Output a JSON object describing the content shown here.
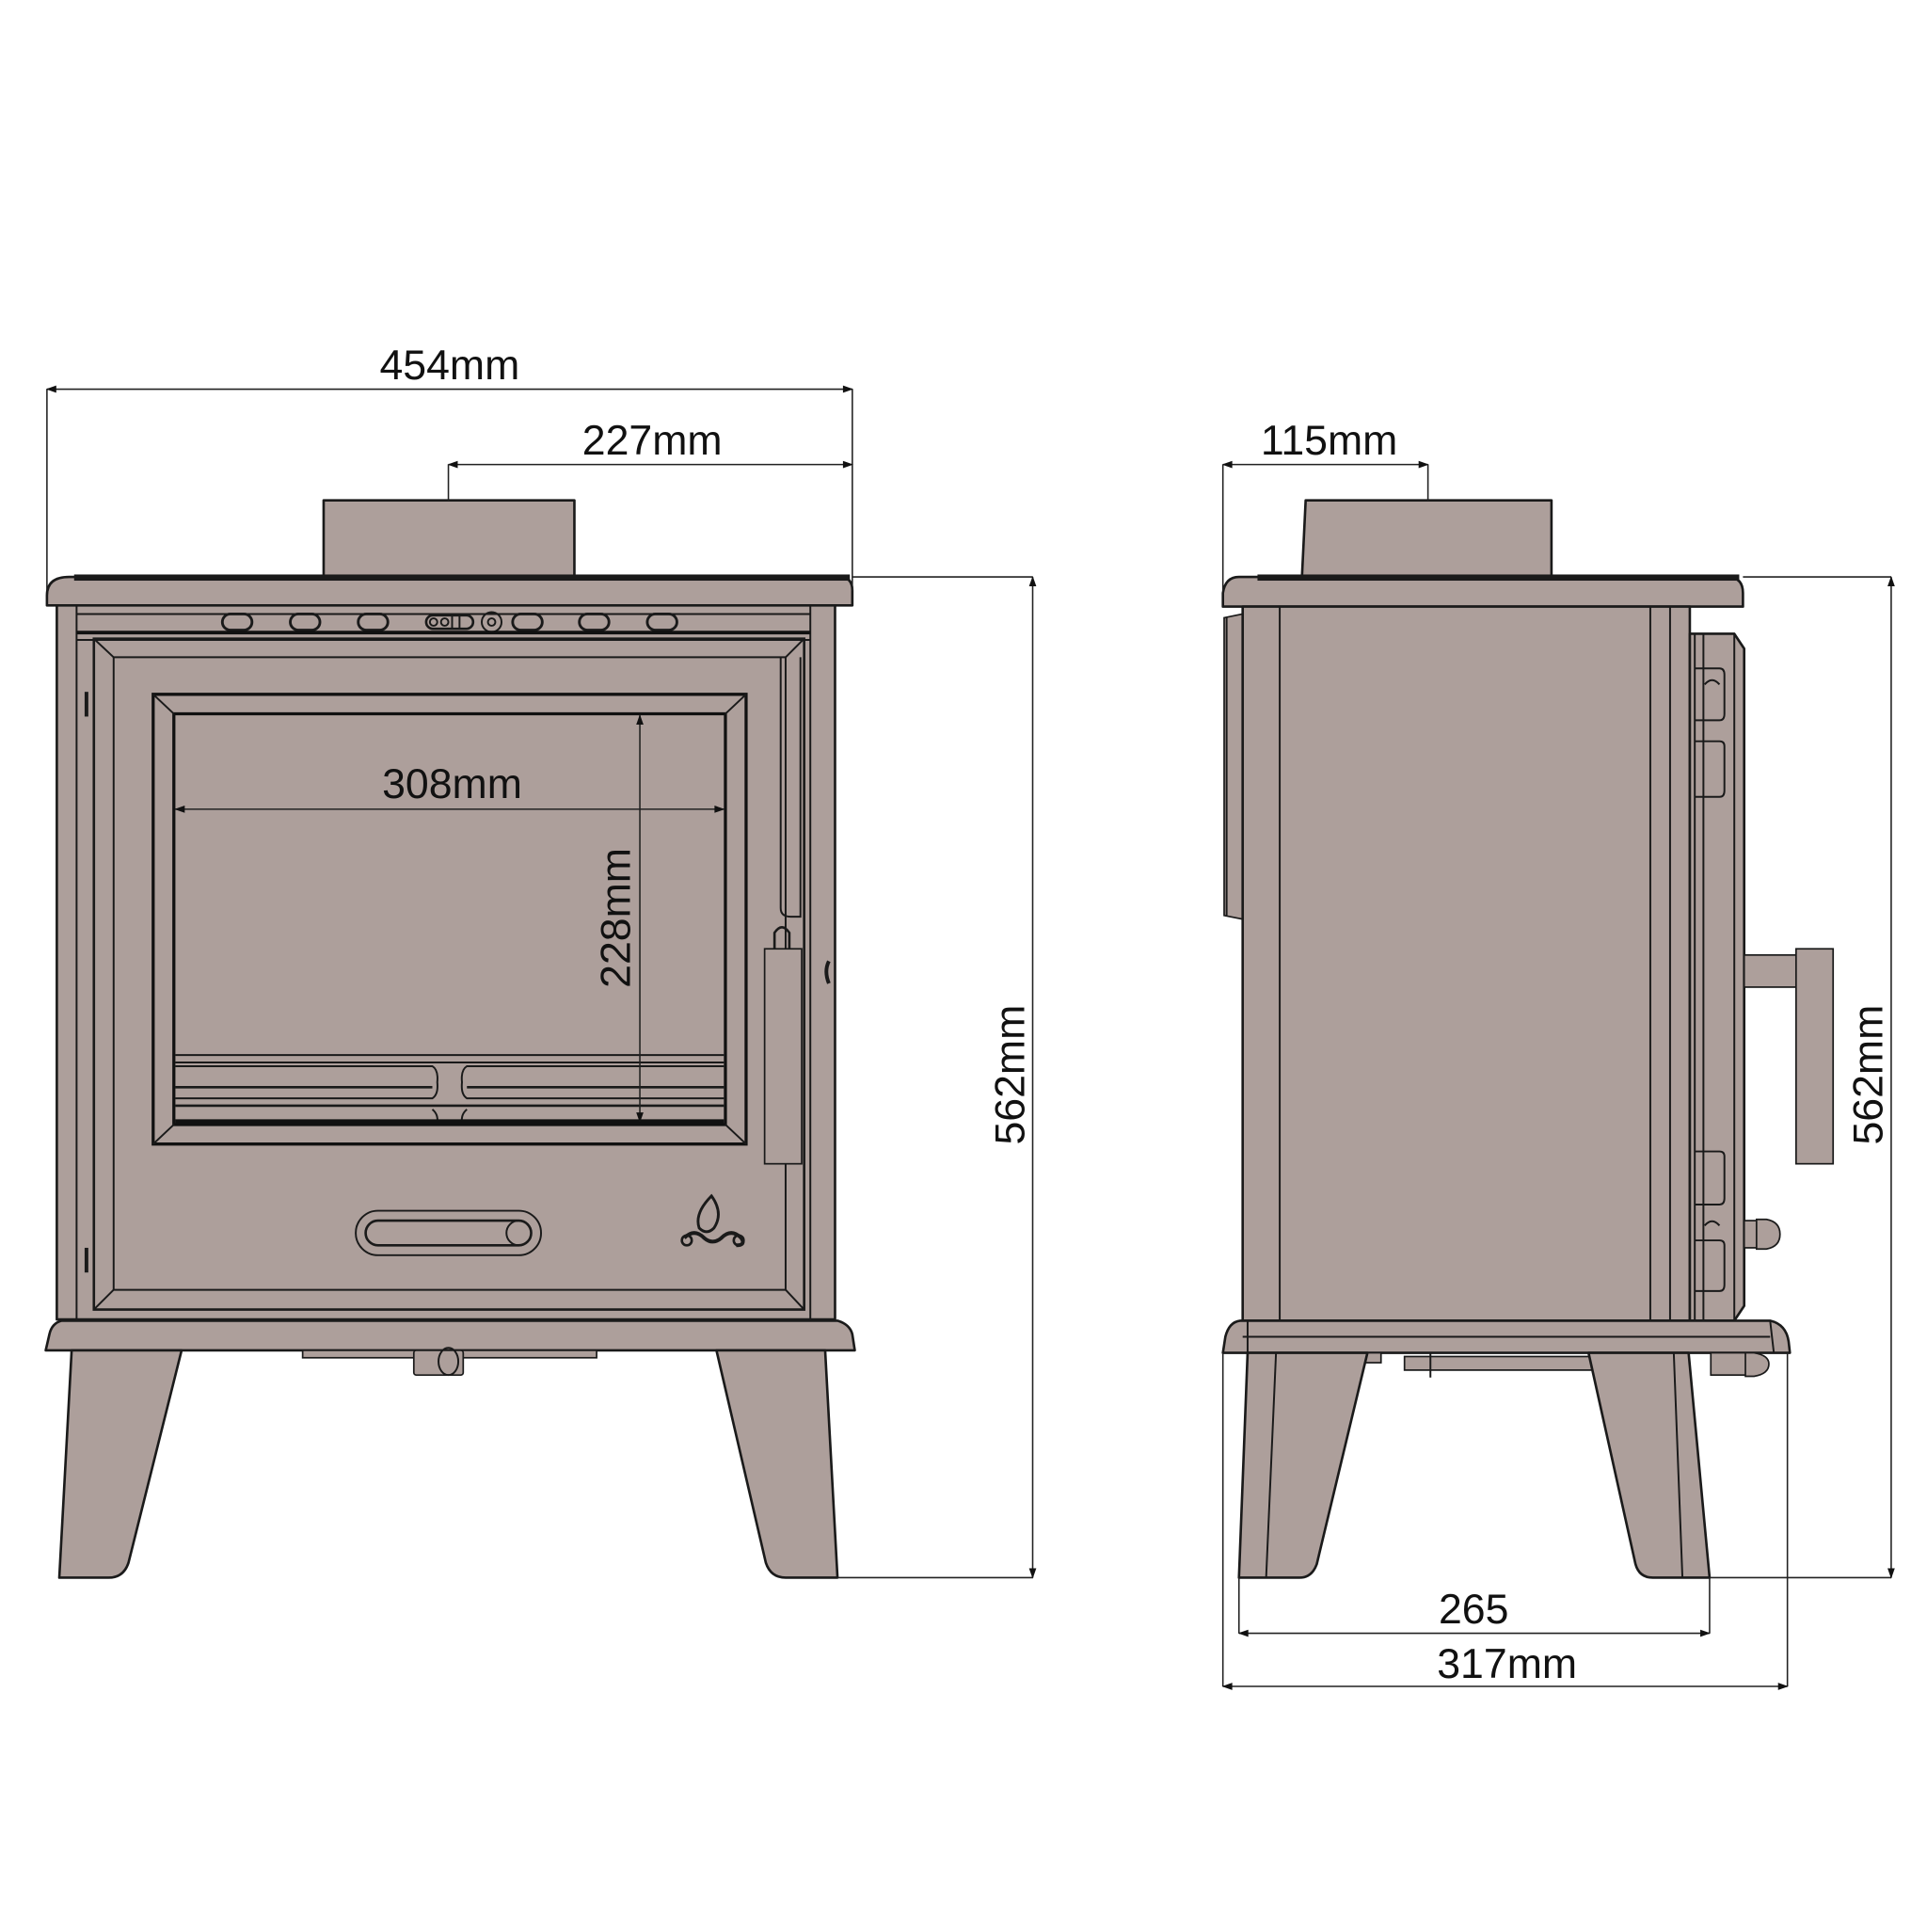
{
  "drawing": {
    "title": "Stove dimension drawing",
    "views": [
      "front",
      "side"
    ],
    "fill_color": "#ad9f9b",
    "line_color": "#1a1a1a",
    "background": "#ffffff"
  },
  "front_view": {
    "dimensions": {
      "overall_width": "454mm",
      "flue_center_offset": "227mm",
      "glass_width": "308mm",
      "glass_height": "228mm",
      "overall_height": "562mm"
    },
    "features": {
      "air_vents_count": 6,
      "air_slider": "top-air-control-slider",
      "door_handle": "door-handle",
      "riddling_slot": "lower-air-slider",
      "logo": "flame-logo-icon"
    }
  },
  "side_view": {
    "dimensions": {
      "flue_center_from_back": "115mm",
      "overall_height": "562mm",
      "leg_span": "265",
      "overall_depth": "317mm"
    }
  }
}
